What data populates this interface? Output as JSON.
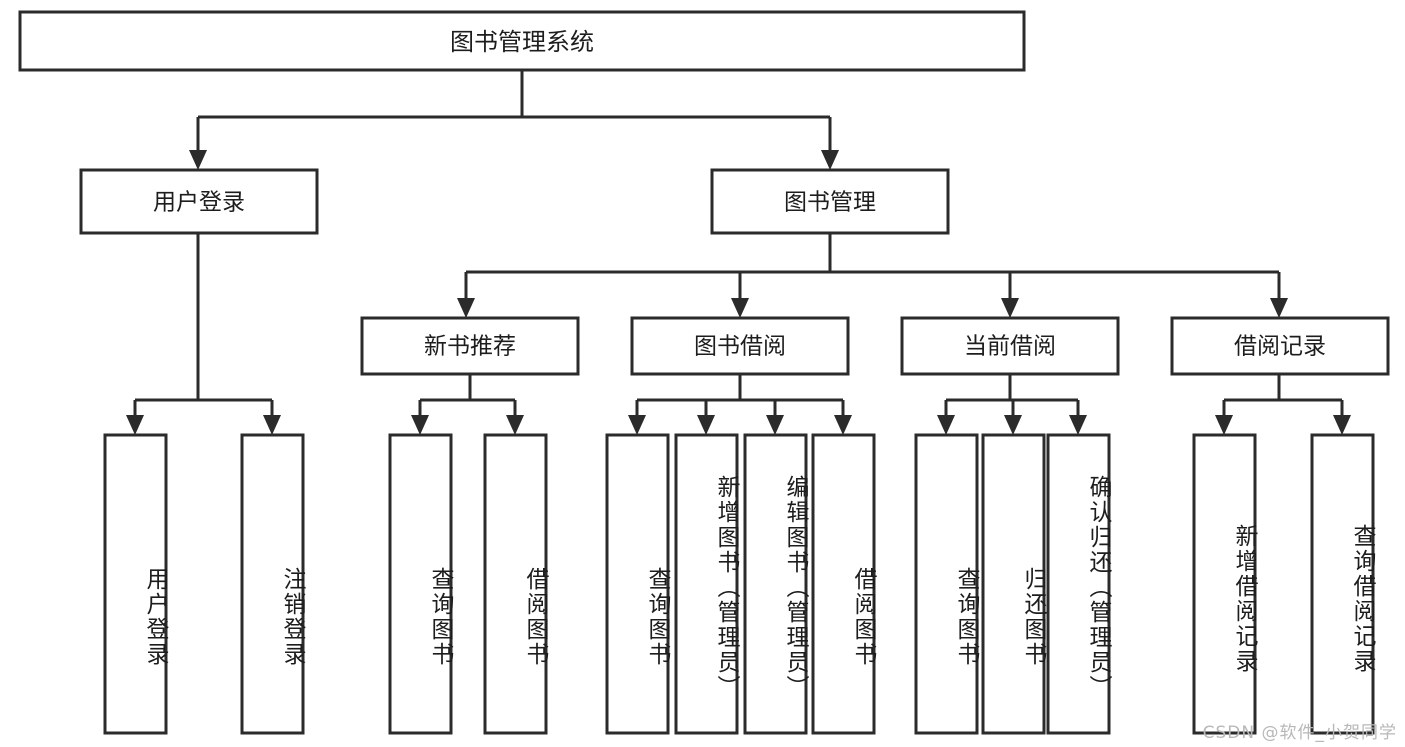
{
  "diagram": {
    "title": "图书管理系统",
    "watermark": "CSDN @软件_小贺同学",
    "level2": [
      {
        "id": "user-login",
        "label": "用户登录"
      },
      {
        "id": "book-manage",
        "label": "图书管理"
      }
    ],
    "level3": [
      {
        "id": "new-book-recommend",
        "label": "新书推荐"
      },
      {
        "id": "book-borrow",
        "label": "图书借阅"
      },
      {
        "id": "current-borrow",
        "label": "当前借阅"
      },
      {
        "id": "borrow-record",
        "label": "借阅记录"
      }
    ],
    "leaves": [
      {
        "id": "leaf-user-login",
        "label": "用户登录",
        "group": "user-login"
      },
      {
        "id": "leaf-logout-login",
        "label": "注销登录",
        "group": "user-login"
      },
      {
        "id": "leaf-query-book-rec",
        "label": "查询图书",
        "group": "new-book-recommend"
      },
      {
        "id": "leaf-borrow-book-rec",
        "label": "借阅图书",
        "group": "new-book-recommend"
      },
      {
        "id": "leaf-query-book-borrow",
        "label": "查询图书",
        "group": "book-borrow"
      },
      {
        "id": "leaf-add-book",
        "label": "新增图书（管理员）",
        "group": "book-borrow"
      },
      {
        "id": "leaf-edit-book",
        "label": "编辑图书（管理员）",
        "group": "book-borrow"
      },
      {
        "id": "leaf-borrow-book",
        "label": "借阅图书",
        "group": "book-borrow"
      },
      {
        "id": "leaf-query-book-cur",
        "label": "查询图书",
        "group": "current-borrow"
      },
      {
        "id": "leaf-return-book",
        "label": "归还图书",
        "group": "current-borrow"
      },
      {
        "id": "leaf-confirm-return",
        "label": "确认归还（管理员）",
        "group": "current-borrow"
      },
      {
        "id": "leaf-add-record",
        "label": "新增借阅记录",
        "group": "borrow-record"
      },
      {
        "id": "leaf-query-record",
        "label": "查询借阅记录",
        "group": "borrow-record"
      }
    ],
    "colors": {
      "stroke": "#2b2b2b",
      "fill": "#ffffff",
      "text": "#1d1d1d",
      "watermark": "#b8b8b8"
    }
  }
}
